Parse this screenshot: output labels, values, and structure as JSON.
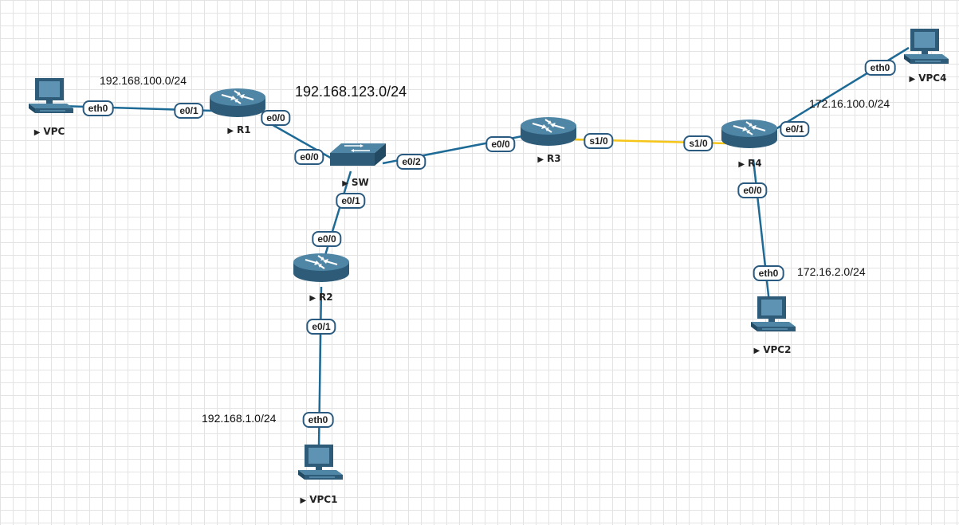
{
  "nodes": {
    "vpc": {
      "label": "VPC",
      "type": "pc"
    },
    "vpc1": {
      "label": "VPC1",
      "type": "pc"
    },
    "vpc2": {
      "label": "VPC2",
      "type": "pc"
    },
    "vpc4": {
      "label": "VPC4",
      "type": "pc"
    },
    "r1": {
      "label": "R1",
      "type": "router"
    },
    "r2": {
      "label": "R2",
      "type": "router"
    },
    "r3": {
      "label": "R3",
      "type": "router"
    },
    "r4": {
      "label": "R4",
      "type": "router"
    },
    "sw": {
      "label": "SW",
      "type": "switch"
    }
  },
  "links": [
    {
      "from": "vpc",
      "to": "r1",
      "from_port": "eth0",
      "to_port": "e0/1",
      "color": "#1d6a96"
    },
    {
      "from": "r1",
      "to": "sw",
      "from_port": "e0/0",
      "to_port": "e0/0",
      "color": "#1d6a96"
    },
    {
      "from": "sw",
      "to": "r2",
      "from_port": "e0/1",
      "to_port": "e0/0",
      "color": "#1d6a96"
    },
    {
      "from": "r2",
      "to": "vpc1",
      "from_port": "e0/1",
      "to_port": "eth0",
      "color": "#1d6a96"
    },
    {
      "from": "sw",
      "to": "r3",
      "from_port": "e0/2",
      "to_port": "e0/0",
      "color": "#1d6a96"
    },
    {
      "from": "r3",
      "to": "r4",
      "from_port": "s1/0",
      "to_port": "s1/0",
      "color": "#f5c518"
    },
    {
      "from": "r4",
      "to": "vpc4",
      "from_port": "e0/1",
      "to_port": "eth0",
      "color": "#1d6a96"
    },
    {
      "from": "r4",
      "to": "vpc2",
      "from_port": "e0/0",
      "to_port": "eth0",
      "color": "#1d6a96"
    }
  ],
  "networks": {
    "net1": "192.168.100.0/24",
    "net2": "192.168.123.0/24",
    "net3": "192.168.1.0/24",
    "net4": "172.16.100.0/24",
    "net5": "172.16.2.0/24"
  },
  "colors": {
    "device_dark": "#2d5b78",
    "device_light": "#4f86a6",
    "port_border": "#2a5a7f",
    "serial_link": "#f5c518",
    "ethernet_link": "#1d6a96"
  }
}
